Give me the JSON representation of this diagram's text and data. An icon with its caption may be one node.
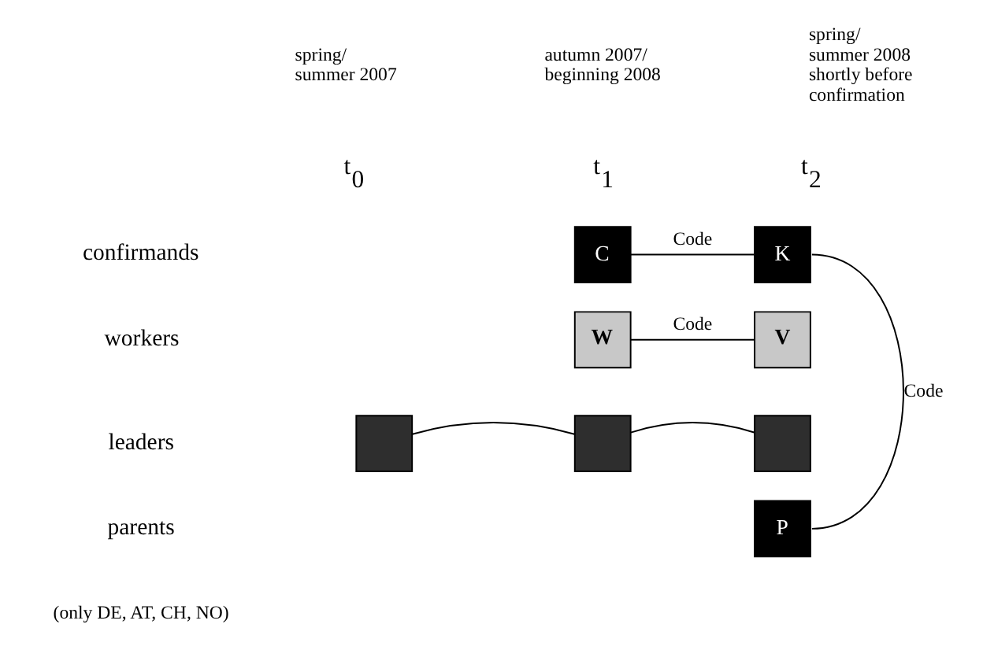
{
  "diagram": {
    "nodes": [
      {
        "text": [
          "C"
        ]
      },
      {
        "text": [
          "K"
        ]
      },
      {
        "text": [
          "W"
        ]
      },
      {
        "text": [
          "V"
        ]
      },
      {
        "text": [],
        "shape": "box"
      },
      {
        "text": [],
        "shape": "box"
      },
      {
        "text": [],
        "shape": "box"
      },
      {
        "text": [
          "P"
        ]
      }
    ],
    "edges": [
      {
        "from": 0,
        "to": 1,
        "arrow": "none",
        "label": "Code"
      },
      {
        "from": 2,
        "to": 3,
        "arrow": "none",
        "label": "Code"
      },
      {
        "from": 4,
        "to": 5,
        "arrow": "none"
      },
      {
        "from": 5,
        "to": 6,
        "arrow": "none"
      },
      {
        "from": 1,
        "to": 7,
        "arrow": "none",
        "label": "Code"
      }
    ],
    "labels": [
      "spring/ summer 2007",
      "autumn 2007/ beginning 2008",
      "spring/ summer 2008 shortly before confirmation",
      "t$_{0}$",
      "t$_{1}$",
      "t$_{2}$",
      "confirmands",
      "workers",
      "leaders",
      "parents",
      "(only DE, AT, CH, NO)"
    ]
  }
}
